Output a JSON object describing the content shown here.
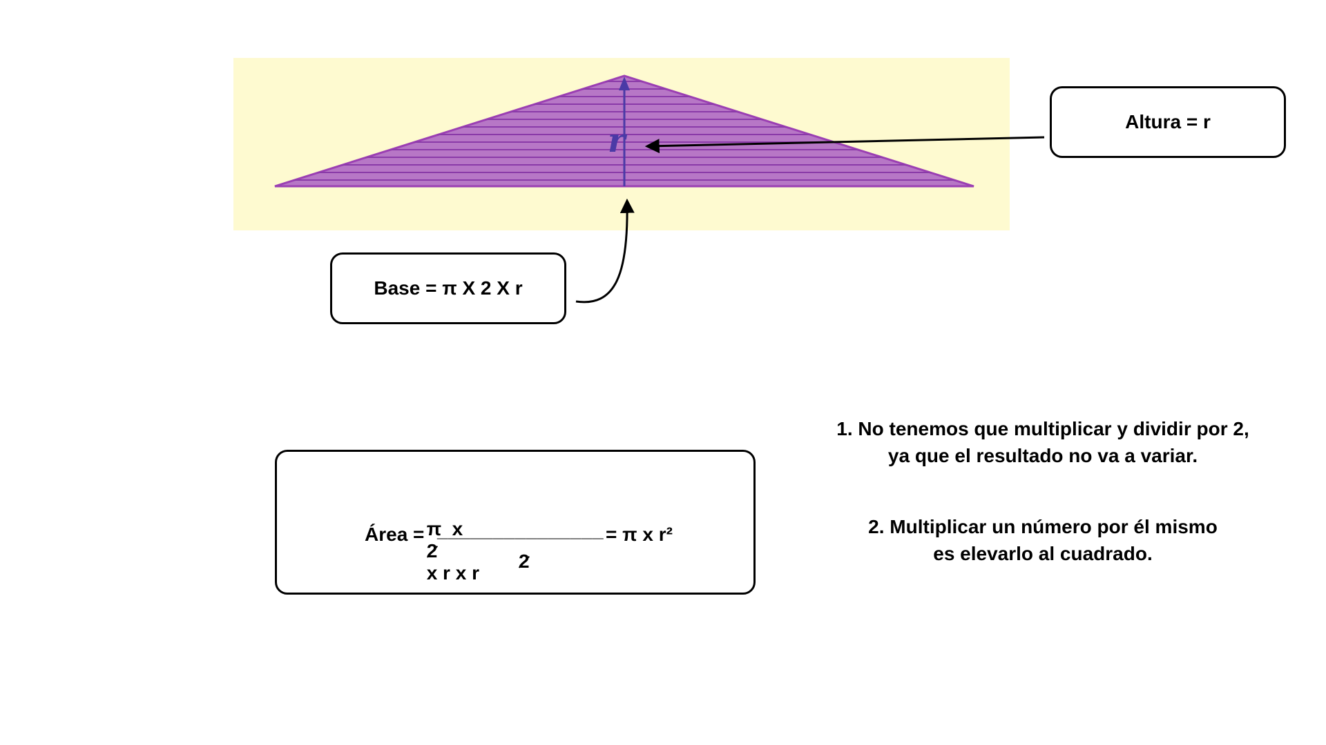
{
  "colors": {
    "panel": "#fefad0",
    "triangle_fill": "#b777c6",
    "triangle_stroke": "#9b3fb3",
    "hatch": "#8a3aa8",
    "height_line": "#4a3aa6"
  },
  "diagram": {
    "height_label": "r"
  },
  "altura": {
    "text": "Altura =  r"
  },
  "base": {
    "text": "Base = π  X 2 X r"
  },
  "area": {
    "label": "Área =",
    "numerator_pi": "π  x",
    "numerator_two": "2",
    "numerator_rest": "x r x r",
    "fraction_bar": "_______________",
    "denominator_two": "2",
    "result": "= π x r²"
  },
  "notes": {
    "note_1_line_1": "1.   No tenemos que multiplicar y dividir por 2,",
    "note_1_line_2": "ya que el resultado no va a variar.",
    "note_2_line_1": "2. Multiplicar un número por él mismo",
    "note_2_line_2": "es elevarlo al cuadrado."
  }
}
